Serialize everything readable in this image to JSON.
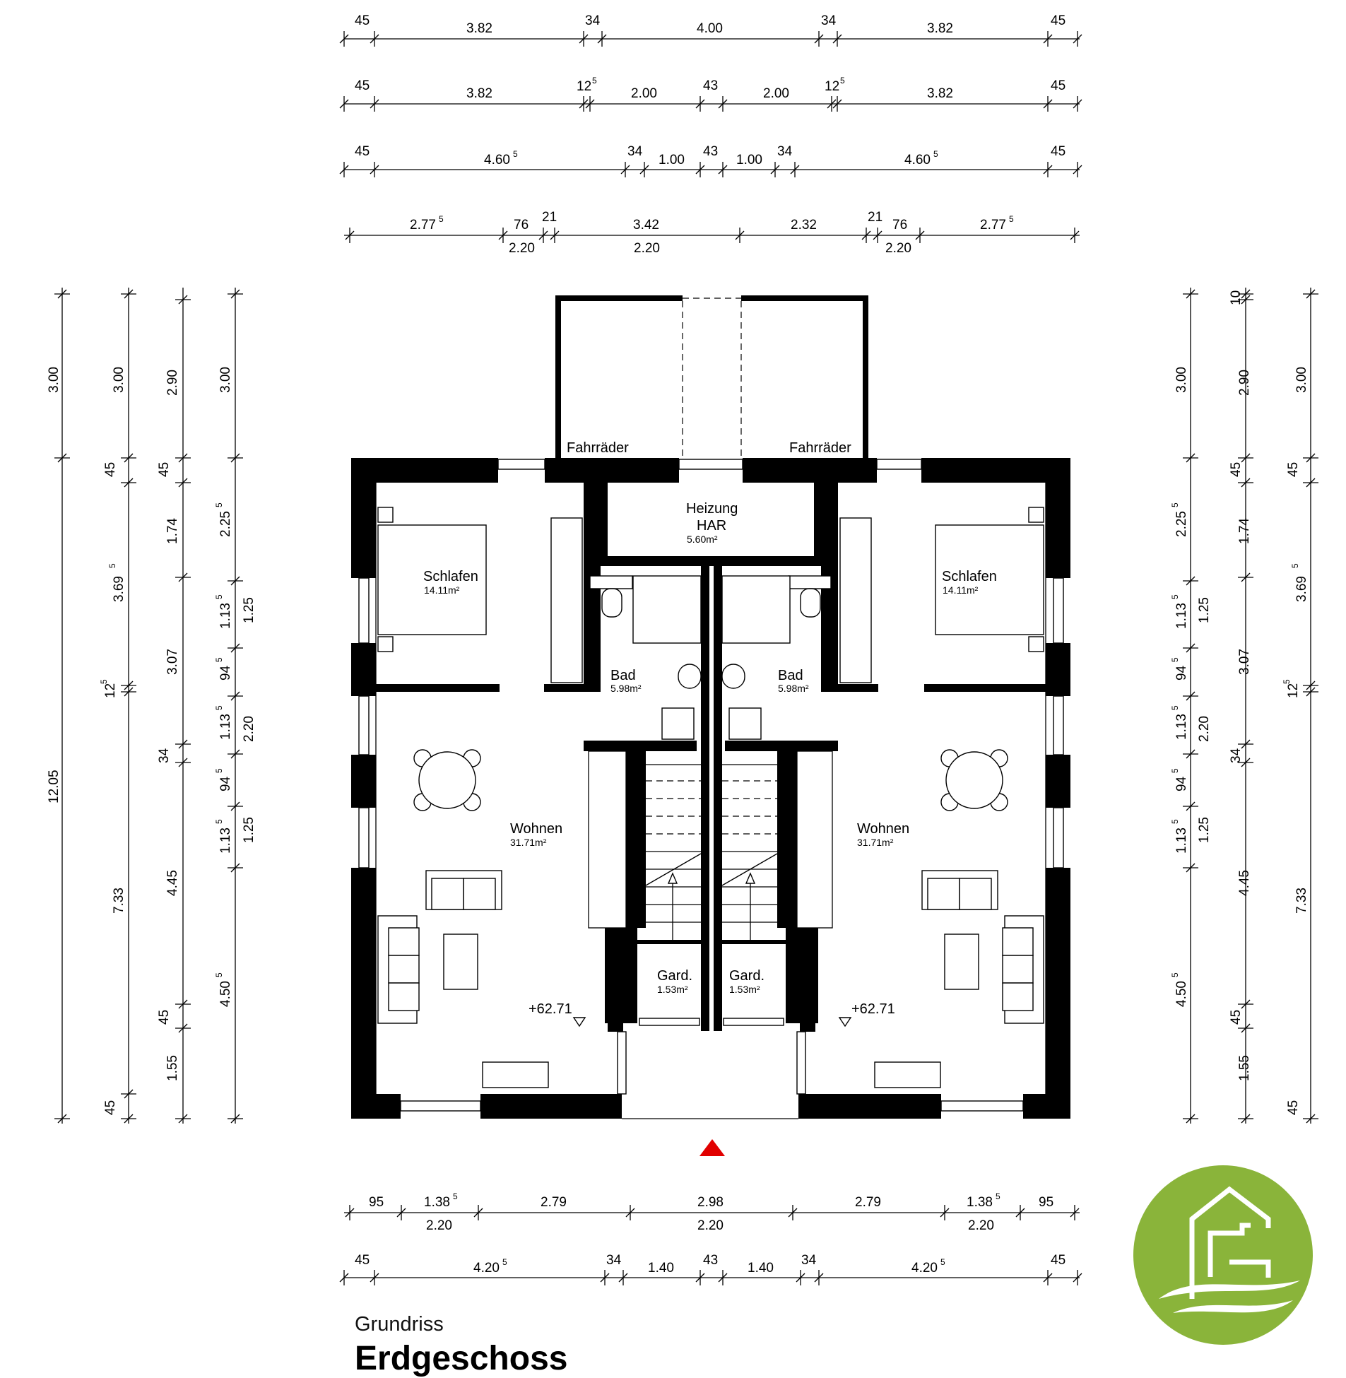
{
  "title": {
    "subtitle": "Grundriss",
    "main": "Erdgeschoss"
  },
  "colors": {
    "wall": "#000000",
    "logo_green": "#8ab43a",
    "entry_marker": "#e10000"
  },
  "icons": {
    "logo": "house-wave-logo-icon",
    "entry": "entry-triangle-icon"
  },
  "rooms": {
    "fahrrad_left": "Fahrräder",
    "fahrrad_right": "Fahrräder",
    "heizung": {
      "name": "Heizung",
      "name2": "HAR",
      "area": "5.60m²"
    },
    "schlafen_left": {
      "name": "Schlafen",
      "area": "14.11m²"
    },
    "schlafen_right": {
      "name": "Schlafen",
      "area": "14.11m²"
    },
    "bad_left": {
      "name": "Bad",
      "area": "5.98m²"
    },
    "bad_right": {
      "name": "Bad",
      "area": "5.98m²"
    },
    "wohnen_left": {
      "name": "Wohnen",
      "area": "31.71m²"
    },
    "wohnen_right": {
      "name": "Wohnen",
      "area": "31.71m²"
    },
    "gard_left": {
      "name": "Gard.",
      "area": "1.53m²"
    },
    "gard_right": {
      "name": "Gard.",
      "area": "1.53m²"
    }
  },
  "levels": {
    "left": "+62.71",
    "right": "+62.71"
  },
  "dims_top": {
    "row1": [
      "45",
      "3.82",
      "34",
      "4.00",
      "34",
      "3.82",
      "45"
    ],
    "row2": [
      "45",
      "3.82",
      "12",
      "5",
      "2.00",
      "43",
      "2.00",
      "12",
      "5",
      "3.82",
      "45"
    ],
    "row3": [
      "45",
      "4.60",
      "5",
      "34",
      "1.00",
      "43",
      "1.00",
      "34",
      "4.60",
      "5",
      "45"
    ],
    "row4_upper": [
      "2.77",
      "5",
      "76",
      "21",
      "3.42",
      "2.32",
      "21",
      "76",
      "2.77",
      "5"
    ],
    "row4_lower": [
      "2.20",
      "2.20",
      "2.20"
    ]
  },
  "dims_bottom": {
    "row1_upper": [
      "95",
      "1.38",
      "5",
      "2.79",
      "2.98",
      "2.79",
      "1.38",
      "5",
      "95"
    ],
    "row1_lower": [
      "2.20",
      "2.20",
      "2.20"
    ],
    "row2": [
      "45",
      "4.20",
      "5",
      "34",
      "1.40",
      "43",
      "1.40",
      "34",
      "4.20",
      "5",
      "45"
    ]
  },
  "dims_left": {
    "col1": [
      "3.00",
      "12.05"
    ],
    "col2": [
      "3.00",
      "45",
      "3.69",
      "5",
      "12",
      "5",
      "7.33",
      "45"
    ],
    "col3": [
      "2.90",
      "45",
      "1.74",
      "3.07",
      "34",
      "4.45",
      "45",
      "1.55"
    ],
    "col4": [
      "3.00",
      "2.25",
      "5",
      "1.13",
      "5",
      "94",
      "5",
      "1.13",
      "5",
      "94",
      "5",
      "1.13",
      "5",
      "4.50",
      "5"
    ],
    "col5": [
      "1.25",
      "2.20",
      "1.25"
    ]
  },
  "dims_right": {
    "col1": [
      "3.00",
      "2.25",
      "5",
      "1.13",
      "5",
      "94",
      "5",
      "1.13",
      "5",
      "94",
      "5",
      "1.13",
      "5",
      "4.50",
      "5"
    ],
    "col2": [
      "1.25",
      "2.20",
      "1.25"
    ],
    "col3": [
      "10",
      "2.90",
      "45",
      "1.74",
      "3.07",
      "34",
      "4.45",
      "45",
      "1.55"
    ],
    "col4": [
      "3.00",
      "45",
      "3.69",
      "5",
      "12",
      "5",
      "7.33",
      "45"
    ]
  }
}
